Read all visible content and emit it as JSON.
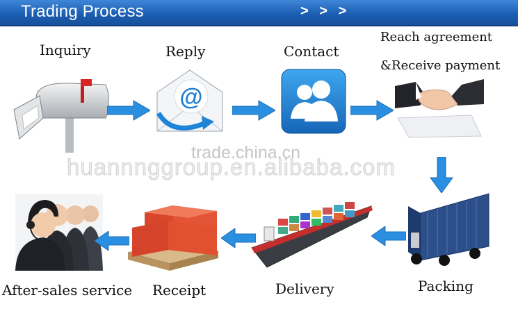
{
  "header": {
    "title": "Trading Process",
    "arrows": "> > >"
  },
  "steps": [
    {
      "label": "Inquiry",
      "icon": "mailbox-icon"
    },
    {
      "label": "Reply",
      "icon": "email-at-icon"
    },
    {
      "label": "Contact",
      "icon": "contacts-icon"
    },
    {
      "label_line1": "Reach agreement",
      "label_line2": "&Receive payment",
      "icon": "handshake-icon"
    },
    {
      "label": "Packing",
      "icon": "container-truck-icon"
    },
    {
      "label": "Delivery",
      "icon": "cargo-ship-icon"
    },
    {
      "label": "Receipt",
      "icon": "cartons-pallet-icon"
    },
    {
      "label": "After-sales service",
      "icon": "support-agents-icon"
    }
  ],
  "watermark": {
    "line1": "trade.china.cn",
    "line2": "huannnggroup.en.alibaba.com"
  },
  "colors": {
    "header": "#1c5fb3",
    "arrow": "#2a8fe0",
    "contact_icon": "#1f86d6"
  }
}
